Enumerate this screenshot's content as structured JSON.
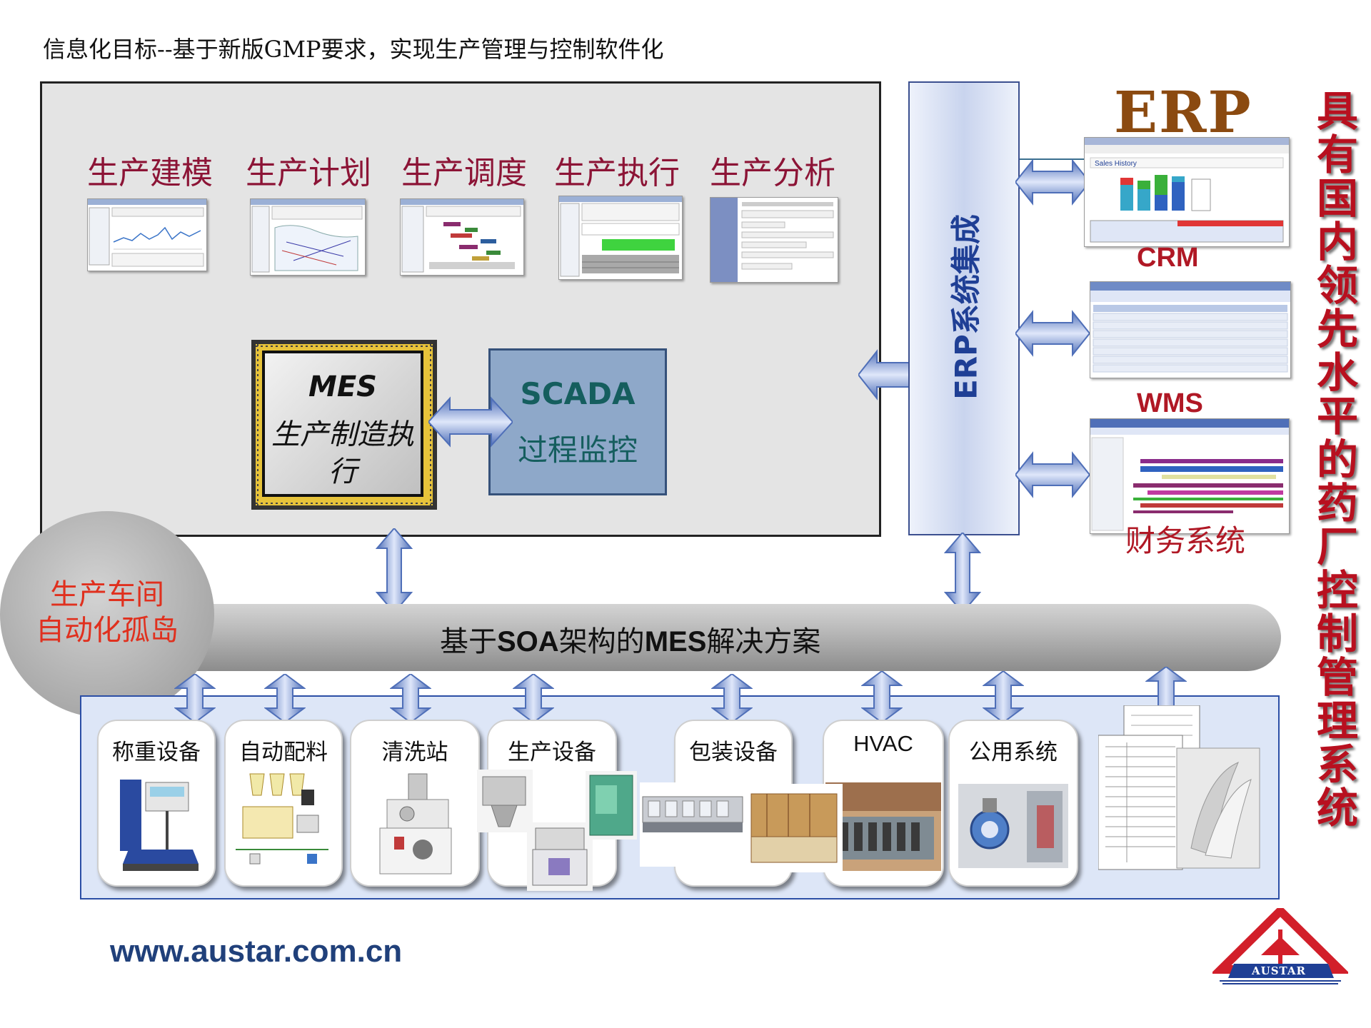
{
  "header": {
    "title": "信息化目标--基于新版GMP要求，实现生产管理与控制软件化"
  },
  "modules": [
    {
      "label": "生产建模"
    },
    {
      "label": "生产计划"
    },
    {
      "label": "生产调度"
    },
    {
      "label": "生产执行"
    },
    {
      "label": "生产分析"
    }
  ],
  "mes": {
    "title": "MES",
    "subtitle": "生产制造执行"
  },
  "scada": {
    "title": "SCADA",
    "subtitle": "过程监控"
  },
  "erp_integration": {
    "label": "ERP系统集成"
  },
  "erp_systems": {
    "logo": "ERP",
    "items": [
      {
        "label": "CRM"
      },
      {
        "label": "WMS"
      },
      {
        "label": "财务系统"
      }
    ]
  },
  "side_title": "具有国内领先水平的药厂控制管理系统",
  "bus": {
    "prefix": "基于",
    "soa": "SOA",
    "middle": "架构的",
    "mes": "MES",
    "suffix": "解决方案"
  },
  "island": {
    "line1": "生产车间",
    "line2": "自动化孤岛"
  },
  "devices": [
    {
      "label": "称重设备"
    },
    {
      "label": "自动配料"
    },
    {
      "label": "清洗站"
    },
    {
      "label": "生产设备"
    },
    {
      "label": "包装设备"
    },
    {
      "label": "HVAC"
    },
    {
      "label": "公用系统"
    }
  ],
  "footer": {
    "website": "www.austar.com.cn",
    "logo_text": "AUSTAR"
  },
  "colors": {
    "module_text": "#8c1436",
    "side_title": "#b8101f",
    "erp_blue": "#1f3f95",
    "arrow_blue": "#7b95d4"
  }
}
